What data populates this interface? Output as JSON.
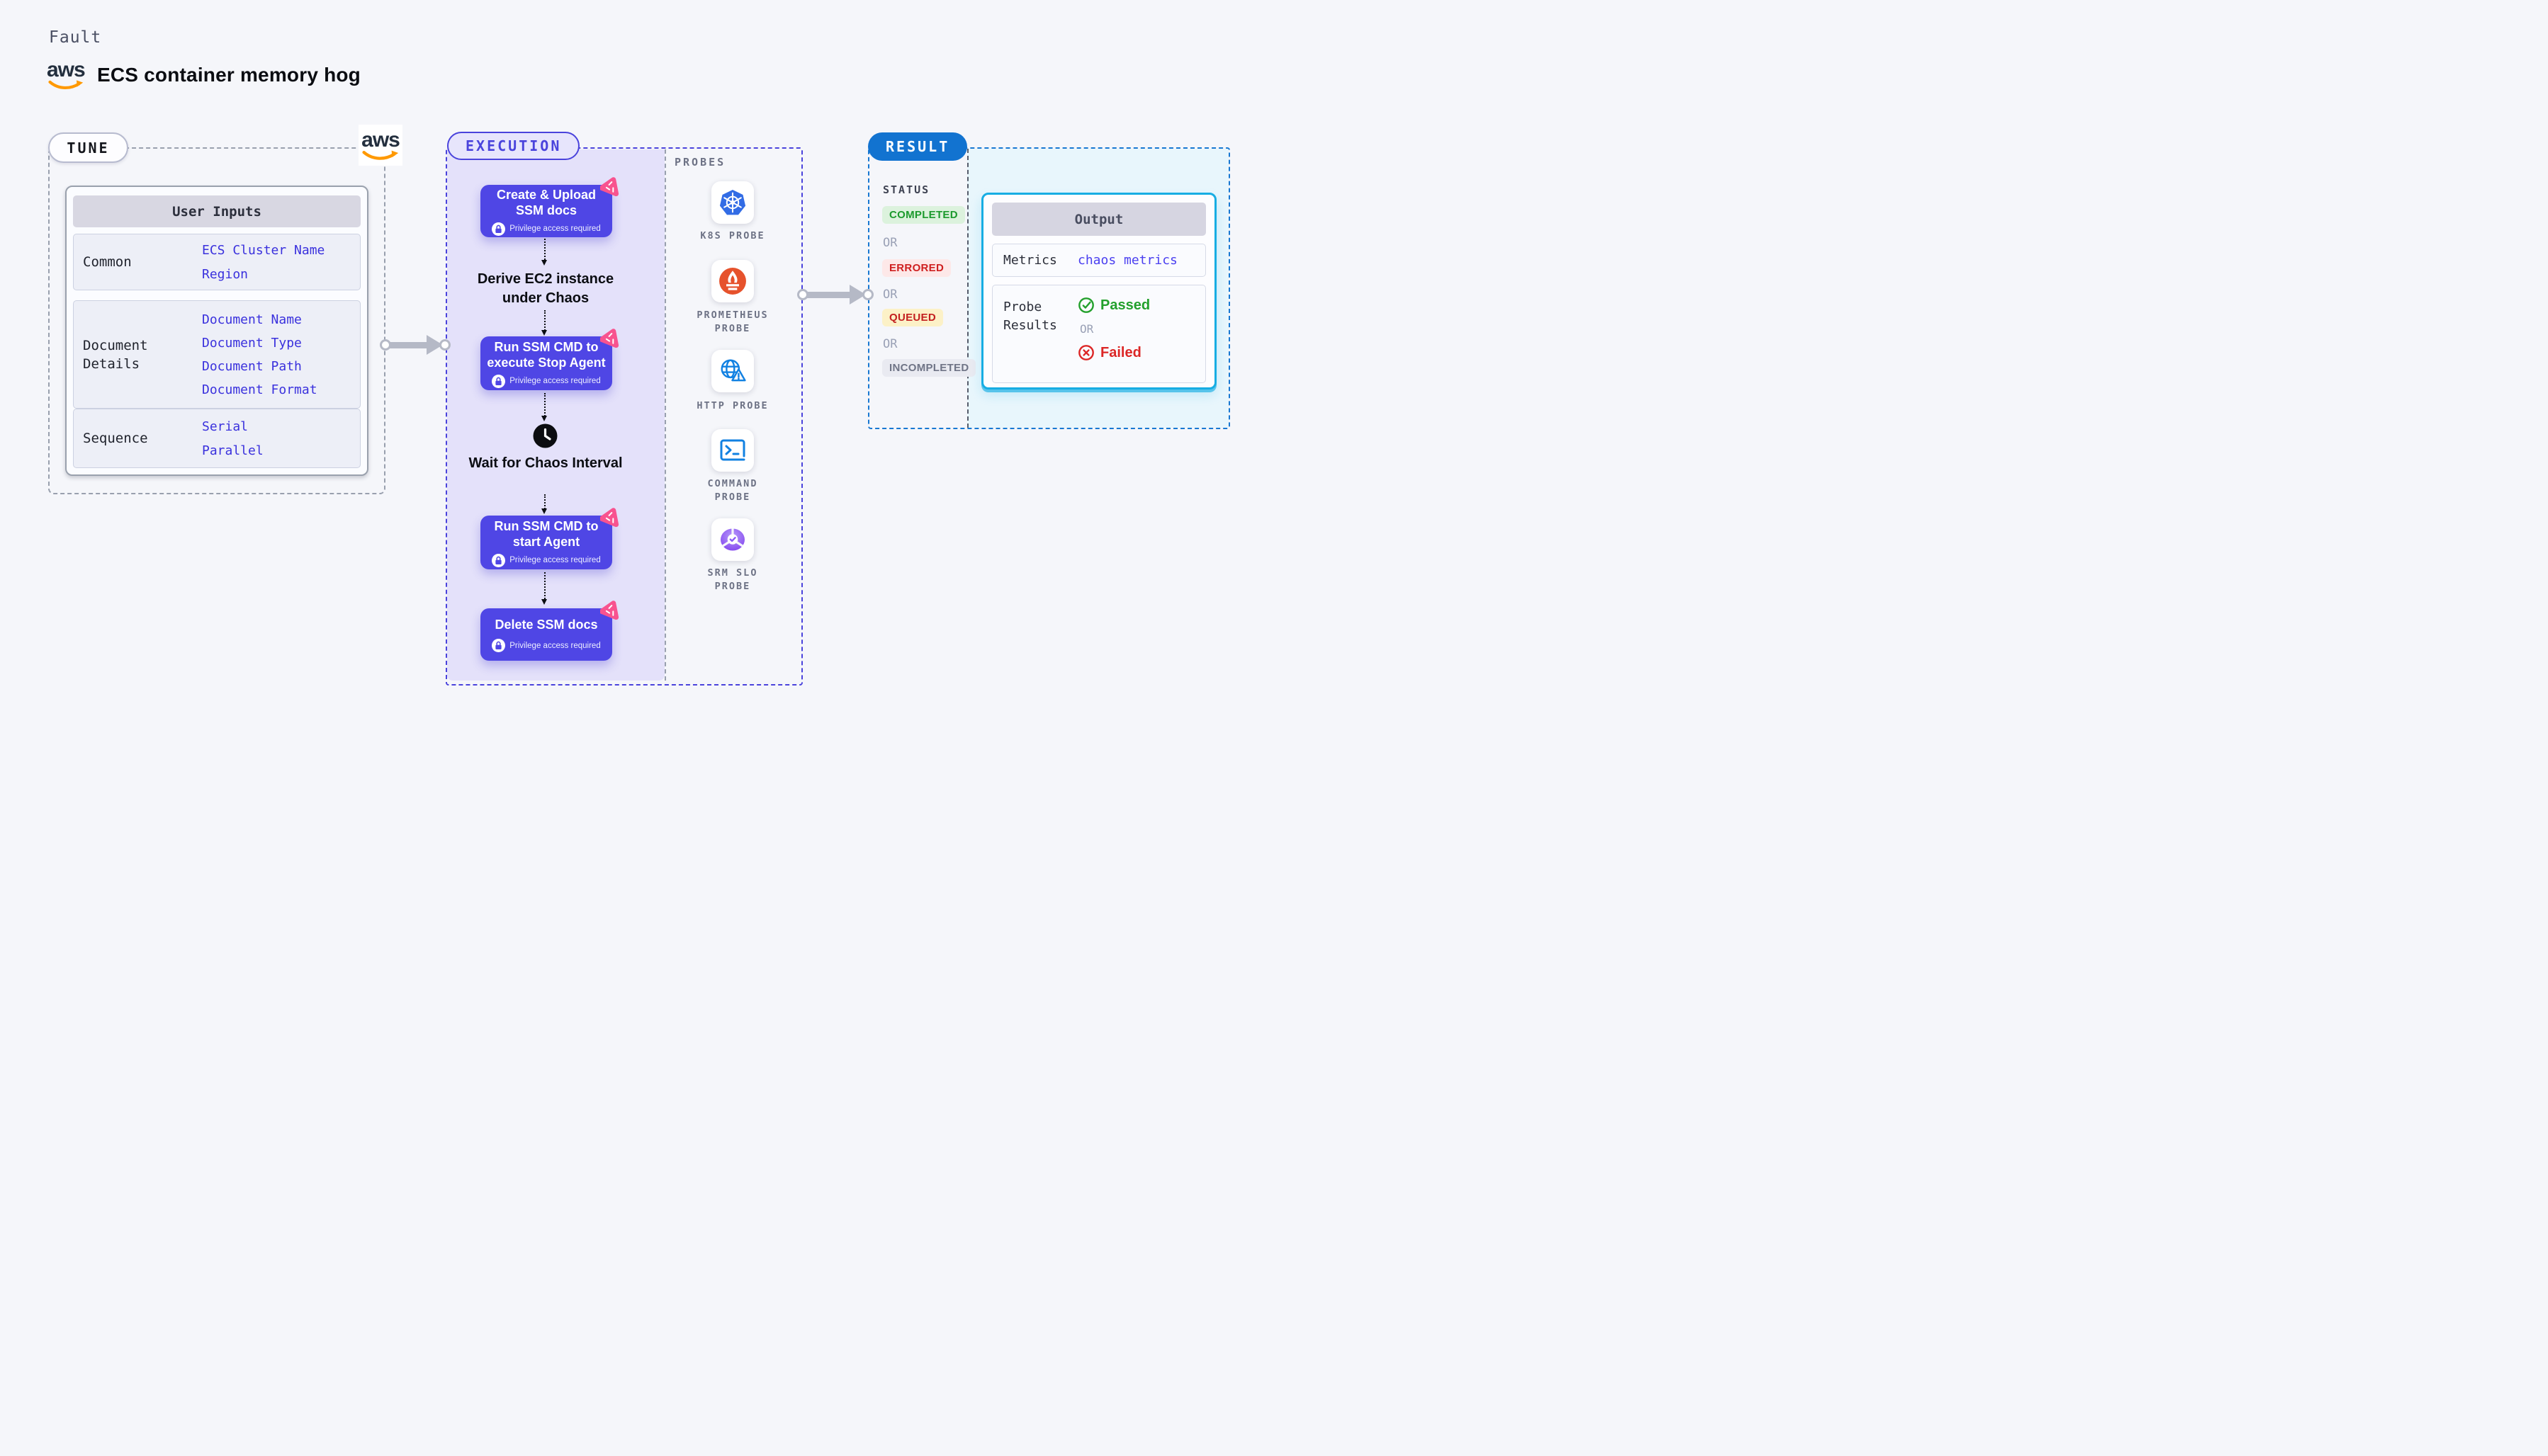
{
  "page": {
    "eyebrow": "Fault",
    "title": "ECS container memory hog"
  },
  "aws": {
    "logo_text": "aws"
  },
  "tune": {
    "badge": "TUNE",
    "table": {
      "header": "User Inputs",
      "rows": [
        {
          "label": "Common",
          "values": [
            "ECS Cluster Name",
            "Region"
          ]
        },
        {
          "label": "Document Details",
          "values": [
            "Document Name",
            "Document Type",
            "Document Path",
            "Document Format"
          ]
        },
        {
          "label": "Sequence",
          "values": [
            "Serial",
            "Parallel"
          ]
        }
      ]
    }
  },
  "execution": {
    "badge": "EXECUTION",
    "privilege_note": "Privilege access required",
    "steps": [
      {
        "kind": "task",
        "title": "Create & Upload SSM docs"
      },
      {
        "kind": "label",
        "title": "Derive EC2 instance under Chaos"
      },
      {
        "kind": "task",
        "title": "Run SSM CMD to execute Stop Agent"
      },
      {
        "kind": "wait",
        "title": "Wait for Chaos Interval"
      },
      {
        "kind": "task",
        "title": "Run SSM CMD to start Agent"
      },
      {
        "kind": "task",
        "title": "Delete SSM docs"
      }
    ],
    "probes_heading": "PROBES",
    "probes": [
      {
        "name": "K8S PROBE",
        "icon": "kubernetes-icon"
      },
      {
        "name": "PROMETHEUS PROBE",
        "icon": "prometheus-icon"
      },
      {
        "name": "HTTP PROBE",
        "icon": "http-globe-icon"
      },
      {
        "name": "COMMAND PROBE",
        "icon": "terminal-icon"
      },
      {
        "name": "SRM SLO PROBE",
        "icon": "slo-gauge-icon"
      }
    ]
  },
  "result": {
    "badge": "RESULT",
    "status_heading": "STATUS",
    "or_label": "OR",
    "statuses": [
      "COMPLETED",
      "ERRORED",
      "QUEUED",
      "INCOMPLETED"
    ],
    "output": {
      "header": "Output",
      "metrics_label": "Metrics",
      "metrics_value": "chaos metrics",
      "probe_results_label": "Probe Results",
      "passed_label": "Passed",
      "failed_label": "Failed"
    }
  },
  "colors": {
    "page_bg": "#f5f6fa",
    "indigo_accent": "#4a43dc",
    "task_box": "#4f46e5",
    "lavender_panel": "#e4e1fa",
    "chaos_pink": "#f8538f",
    "result_blue": "#1273d0",
    "output_cyan_border": "#17ade3",
    "output_panel_bg": "#e8f6fc",
    "link_blue_text": "#3a31dd",
    "completed_green": "#1c9a2d",
    "errored_red": "#cf2020",
    "queued_yellow_bg": "#fcf1c7",
    "passed_green": "#23a02c",
    "failed_red": "#dc2626",
    "aws_orange": "#ff9900",
    "aws_navy": "#232f3e"
  }
}
